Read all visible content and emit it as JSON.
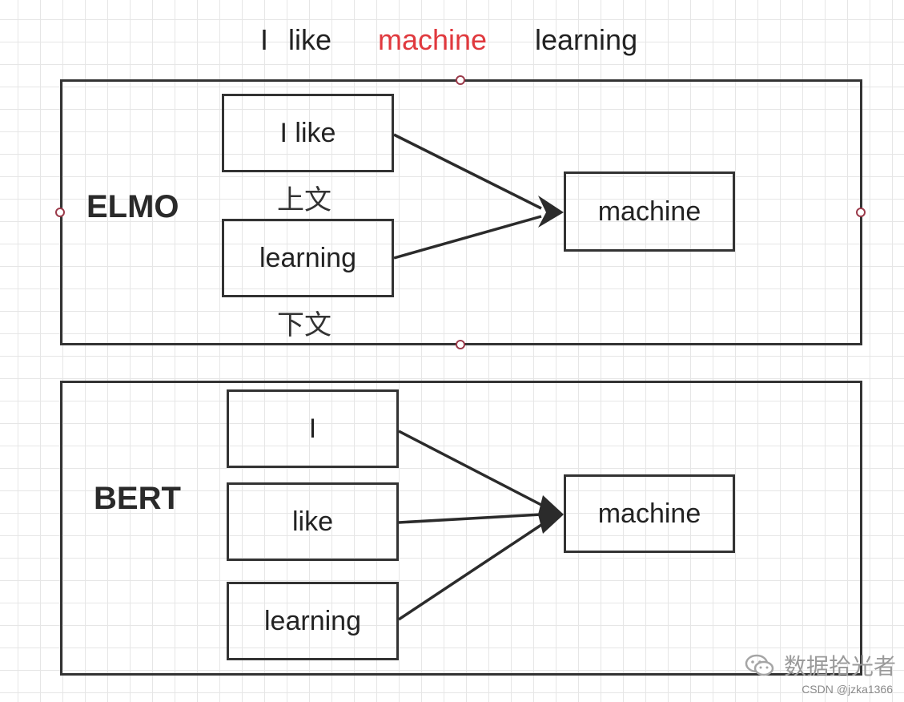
{
  "sentence": {
    "word1": "I",
    "word2": "like",
    "word3": "machine",
    "word4": "learning",
    "highlight_color": "#e0393e"
  },
  "elmo": {
    "label": "ELMO",
    "box_left": "I  like",
    "box_right": "learning",
    "target": "machine",
    "left_context_label": "上文",
    "right_context_label": "下文"
  },
  "bert": {
    "label": "BERT",
    "box_1": "I",
    "box_2": "like",
    "box_3": "learning",
    "target": "machine"
  },
  "watermark": {
    "logo": "wechat-icon",
    "text": "数据拾光者",
    "credit": "CSDN @jzka1366"
  }
}
